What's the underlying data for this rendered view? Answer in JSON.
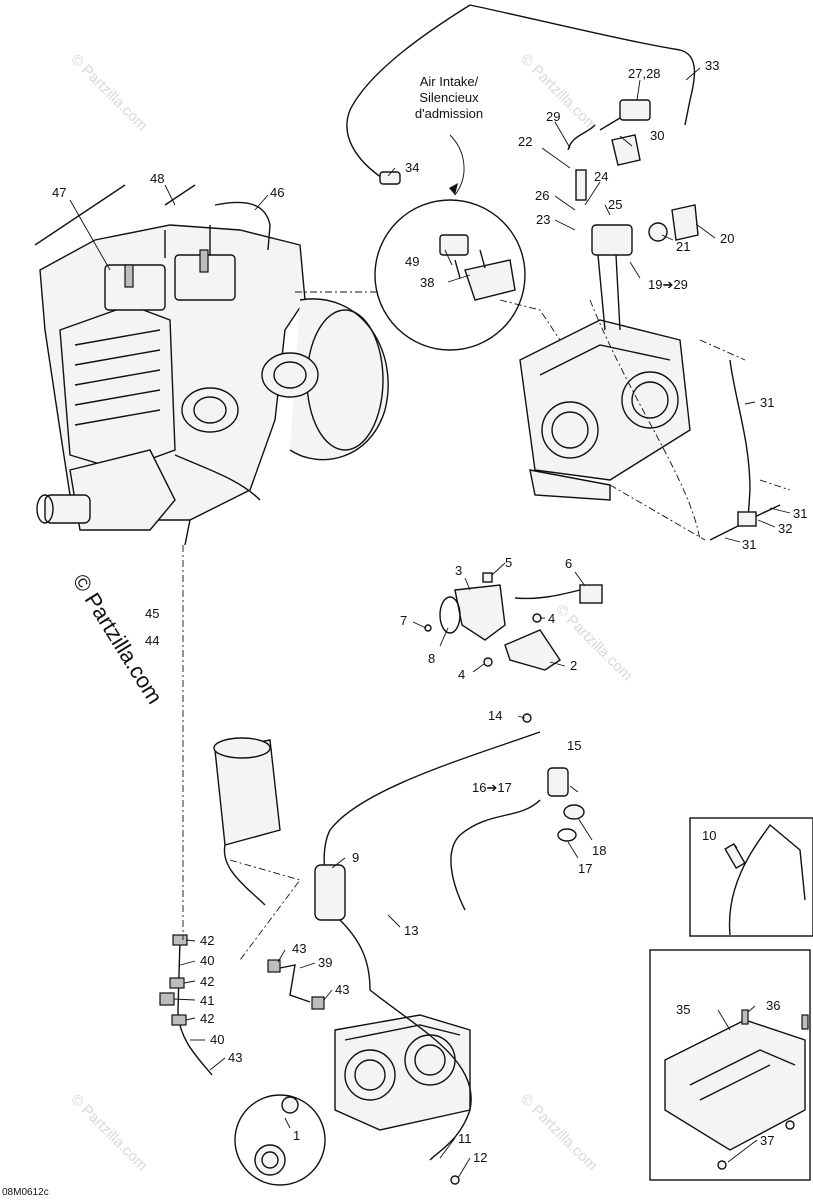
{
  "drawing_code": "08M0612c",
  "copyright_watermark": "© Partzilla.com",
  "faint_watermark": "© Partzilla.com",
  "air_intake_note": [
    "Air Intake/",
    "Silencieux",
    "d'admission"
  ],
  "callouts": {
    "c1": "1",
    "c2": "2",
    "c3": "3",
    "c4a": "4",
    "c4b": "4",
    "c5": "5",
    "c6": "6",
    "c7": "7",
    "c8": "8",
    "c9": "9",
    "c10": "10",
    "c11": "11",
    "c12": "12",
    "c13": "13",
    "c14": "14",
    "c15": "15",
    "c16": "16➔17",
    "c17": "17",
    "c18": "18",
    "c19": "19➔29",
    "c20": "20",
    "c21": "21",
    "c22": "22",
    "c23": "23",
    "c24": "24",
    "c25": "25",
    "c26": "26",
    "c27": "27,28",
    "c29": "29",
    "c30": "30",
    "c31a": "31",
    "c31b": "31",
    "c31c": "31",
    "c32": "32",
    "c33": "33",
    "c34": "34",
    "c35": "35",
    "c36": "36",
    "c37": "37",
    "c38": "38",
    "c39": "39",
    "c40a": "40",
    "c40b": "40",
    "c41": "41",
    "c42a": "42",
    "c42b": "42",
    "c42c": "42",
    "c43a": "43",
    "c43b": "43",
    "c43c": "43",
    "c44": "44",
    "c45": "45",
    "c46": "46",
    "c47": "47",
    "c48": "48",
    "c49": "49"
  }
}
